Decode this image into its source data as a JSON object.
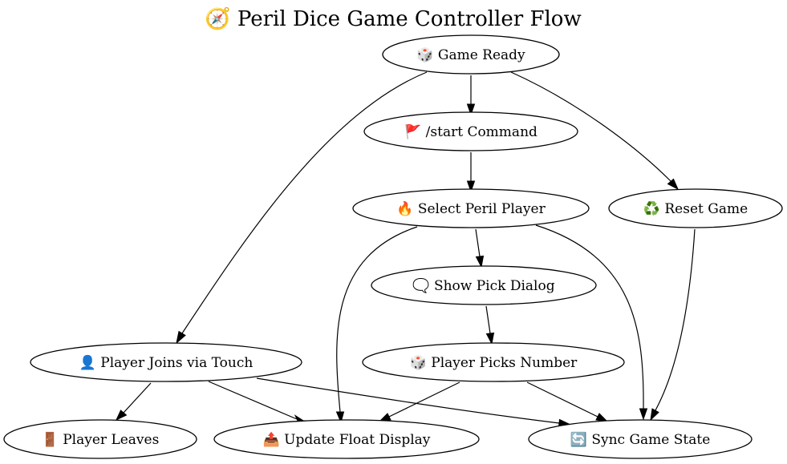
{
  "title": "🧭 Peril Dice Game Controller Flow",
  "nodes": {
    "game_ready": "🎲 Game Ready",
    "start_command": "🚩 /start Command",
    "select_peril_player": "🔥 Select Peril Player",
    "reset_game": "♻️ Reset Game",
    "show_pick_dialog": "🗨️ Show Pick Dialog",
    "player_joins": "👤 Player Joins via Touch",
    "player_picks_number": "🎲 Player Picks Number",
    "player_leaves": "🚪 Player Leaves",
    "update_float_display": "📤 Update Float Display",
    "sync_game_state": "🔄 Sync Game State"
  },
  "edges": [
    {
      "from": "game_ready",
      "to": "start_command"
    },
    {
      "from": "game_ready",
      "to": "reset_game"
    },
    {
      "from": "game_ready",
      "to": "player_joins"
    },
    {
      "from": "start_command",
      "to": "select_peril_player"
    },
    {
      "from": "select_peril_player",
      "to": "show_pick_dialog"
    },
    {
      "from": "select_peril_player",
      "to": "update_float_display"
    },
    {
      "from": "select_peril_player",
      "to": "sync_game_state"
    },
    {
      "from": "show_pick_dialog",
      "to": "player_picks_number"
    },
    {
      "from": "reset_game",
      "to": "sync_game_state"
    },
    {
      "from": "player_joins",
      "to": "player_leaves"
    },
    {
      "from": "player_joins",
      "to": "update_float_display"
    },
    {
      "from": "player_joins",
      "to": "sync_game_state"
    },
    {
      "from": "player_picks_number",
      "to": "update_float_display"
    },
    {
      "from": "player_picks_number",
      "to": "sync_game_state"
    }
  ]
}
